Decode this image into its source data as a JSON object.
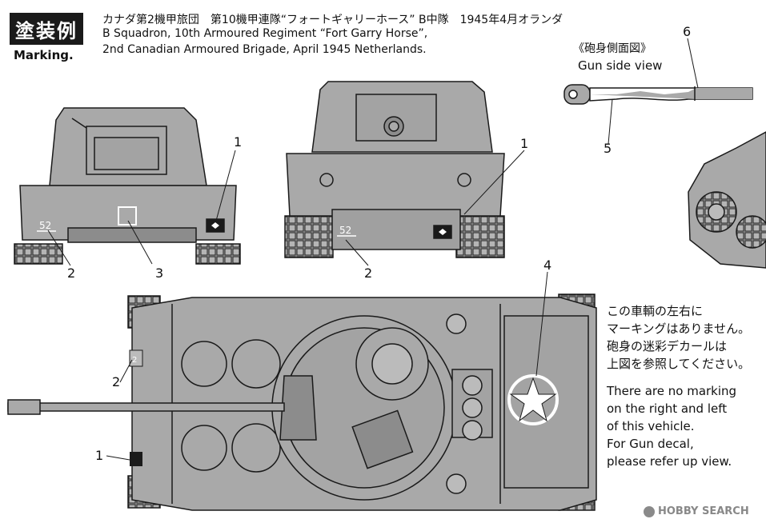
{
  "header": {
    "badge": "塗装例",
    "subtitle": "Marking.",
    "japanese_line": "カナダ第2機甲旅団　第10機甲連隊“フォートギャリーホース” B中隊　1945年4月オランダ",
    "english_line1": "B Squadron, 10th Armoured Regiment “Fort Garry Horse”,",
    "english_line2": "2nd Canadian Armoured Brigade,  April 1945 Netherlands."
  },
  "gun_view": {
    "title_jp": "《砲身側面図》",
    "title_en": "Gun side view"
  },
  "decal_numbers": {
    "rear_left": [
      "1",
      "2",
      "3"
    ],
    "rear_right": [
      "1",
      "2"
    ],
    "top": [
      "4",
      "2",
      "1"
    ],
    "gun": [
      "6",
      "5"
    ]
  },
  "vehicle_number": "52",
  "notes": {
    "jp": [
      "この車輌の左右に",
      "マーキングはありません。",
      "砲身の迷彩デカールは",
      "上図を参照してください。"
    ],
    "en": [
      "There are no marking",
      "on the right and left",
      "of this vehicle.",
      "For Gun decal,",
      "please refer up view."
    ]
  },
  "watermark": "HOBBY SEARCH",
  "colors": {
    "tank_fill": "#a9a9a9",
    "tank_dark": "#8c8c8c",
    "outline": "#1a1a1a",
    "background": "#ffffff"
  }
}
